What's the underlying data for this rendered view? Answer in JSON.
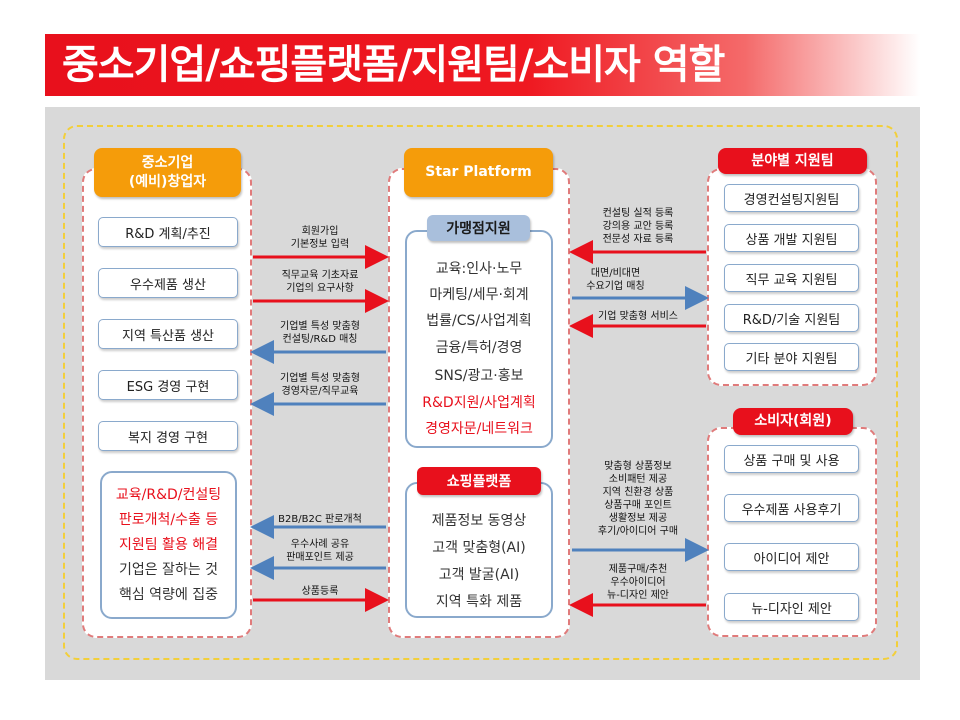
{
  "title": "중소기업/쇼핑플랫폼/지원팀/소비자 역할",
  "colors": {
    "red": "#e8101c",
    "blue": "#4f81bd",
    "orange": "#f59c0a",
    "tag_blue": "#a9bfdc"
  },
  "left": {
    "header_line1": "중소기업",
    "header_line2": "(예비)창업자",
    "items": [
      "R&D 계획/추진",
      "우수제품 생산",
      "지역 특산품 생산",
      "ESG 경영 구현",
      "복지 경영 구현"
    ],
    "summary": [
      "교육/R&D/컨설팅",
      "판로개척/수출 등",
      "지원팀 활용 해결",
      "기업은 잘하는 것",
      "핵심 역량에 집중"
    ]
  },
  "center": {
    "header": "Star Platform",
    "franchise_title": "가맹점지원",
    "franchise_items": [
      "교육:인사·노무",
      "마케팅/세무·회계",
      "법률/CS/사업계획",
      "금융/특허/경영",
      "SNS/광고·홍보",
      "R&D지원/사업계획",
      "경영자문/네트워크"
    ],
    "shopping_title": "쇼핑플랫폼",
    "shopping_items": [
      "제품정보 동영상",
      "고객 맞춤형(AI)",
      "고객 발굴(AI)",
      "지역 특화 제품"
    ]
  },
  "right_top": {
    "header": "분야별 지원팀",
    "items": [
      "경영컨설팅지원팀",
      "상품 개발 지원팀",
      "직무 교육 지원팀",
      "R&D/기술 지원팀",
      "기타 분야 지원팀"
    ]
  },
  "right_bottom": {
    "header": "소비자(회원)",
    "items": [
      "상품 구매 및 사용",
      "우수제품 사용후기",
      "아이디어 제안",
      "뉴-디자인 제안"
    ]
  },
  "left_arrows": [
    {
      "lines": [
        "회원가입",
        "기본정보 입력"
      ],
      "direction": "right",
      "color": "red"
    },
    {
      "lines": [
        "직무교육 기초자료",
        "기업의 요구사항"
      ],
      "direction": "right",
      "color": "red"
    },
    {
      "lines": [
        "기업별 특성 맞춤형",
        "컨설팅/R&D 매칭"
      ],
      "direction": "left",
      "color": "blue"
    },
    {
      "lines": [
        "기업별 특성 맞춤형",
        "경영자문/직무교육"
      ],
      "direction": "left",
      "color": "blue"
    },
    {
      "lines": [
        "B2B/B2C 판로개척"
      ],
      "direction": "left",
      "color": "blue"
    },
    {
      "lines": [
        "우수사례 공유",
        "판매포인트 제공"
      ],
      "direction": "left",
      "color": "blue"
    },
    {
      "lines": [
        "상품등록"
      ],
      "direction": "right",
      "color": "red"
    }
  ],
  "right_arrows": [
    {
      "lines": [
        "컨설팅 실적 등록",
        "강의용 교안 등록",
        "전문성 자료 등록"
      ],
      "direction": "left",
      "color": "red"
    },
    {
      "lines": [
        "대면/비대면",
        "수요기업 매칭"
      ],
      "direction": "right",
      "color": "blue"
    },
    {
      "lines": [
        "기업 맞춤형 서비스"
      ],
      "direction": "left",
      "color": "red"
    },
    {
      "lines": [
        "맞춤형 상품정보",
        "소비패턴 제공",
        "지역 친환경 상품",
        "상품구매 포인트",
        "생활정보 제공",
        "후기/아이디어 구매"
      ],
      "direction": "right",
      "color": "blue"
    },
    {
      "lines": [
        "제품구매/추천",
        "우수아이디어",
        "뉴-디자인 제안"
      ],
      "direction": "left",
      "color": "red"
    }
  ]
}
